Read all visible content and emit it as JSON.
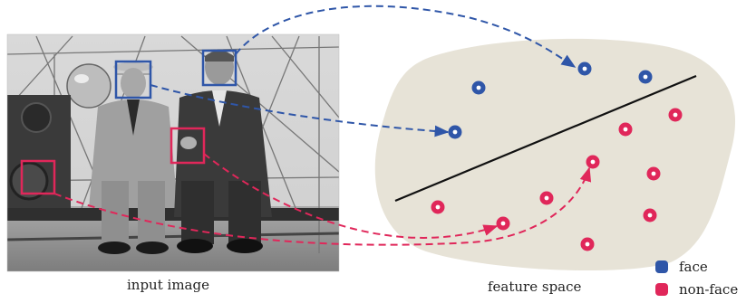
{
  "captions": {
    "input_image": "input image",
    "feature_space": "feature space"
  },
  "legend": [
    {
      "label": "face",
      "color": "#2f56a8"
    },
    {
      "label": "non-face",
      "color": "#e0275a"
    }
  ],
  "colors": {
    "face": "#2f56a8",
    "non_face": "#e0275a",
    "feature_space_fill": "#e7e3d7",
    "separator": "#111111"
  },
  "photo": {
    "description_icon": "photo-grayscale-two-men-aircraft"
  }
}
